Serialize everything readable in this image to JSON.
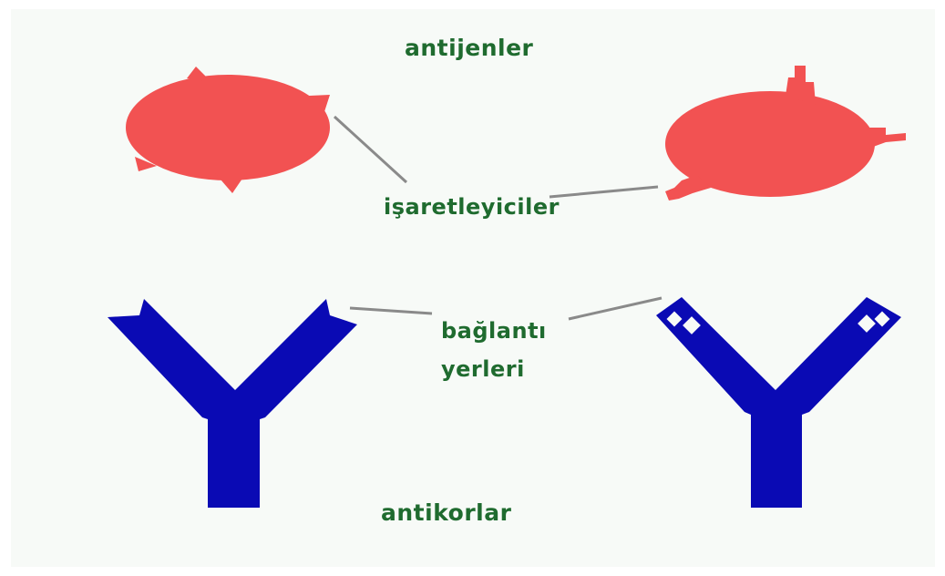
{
  "labels": {
    "antigens": "antijenler",
    "markers": "işaretleyiciler",
    "binding_sites_line1": "bağlantı",
    "binding_sites_line2": "yerleri",
    "antibodies": "antikorlar"
  },
  "colors": {
    "antigen": "#f25252",
    "antibody": "#0a0ab4",
    "label": "#1f6b2f",
    "pointer_line": "#8a8a8a",
    "background": "#f7faf7"
  }
}
